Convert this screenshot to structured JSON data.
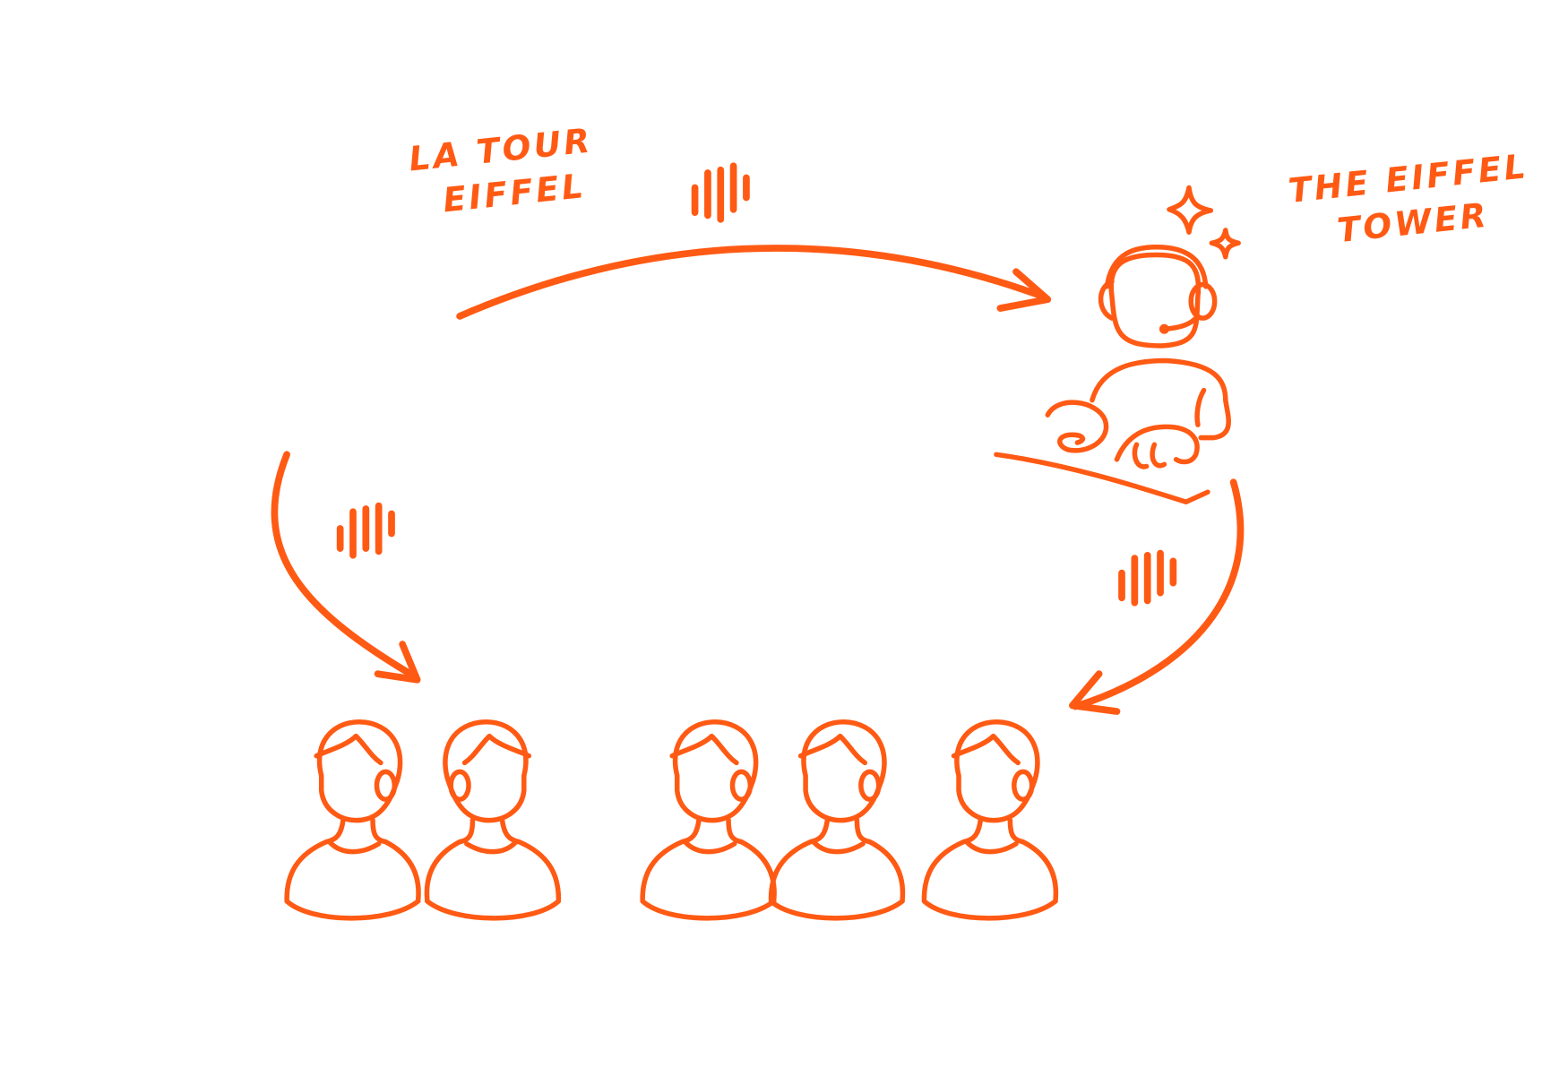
{
  "labels": {
    "source_language": [
      "LA TOUR",
      "EIFFEL"
    ],
    "target_language": [
      "THE EIFFEL",
      "TOWER"
    ]
  },
  "colors": {
    "accent": "#FF5A14",
    "background": "#FFFFFF"
  },
  "icons": [
    "interpreter-with-headset-icon",
    "sparkle-icon",
    "sound-wave-icon",
    "curved-arrow-icon",
    "listener-with-headset-icon"
  ]
}
